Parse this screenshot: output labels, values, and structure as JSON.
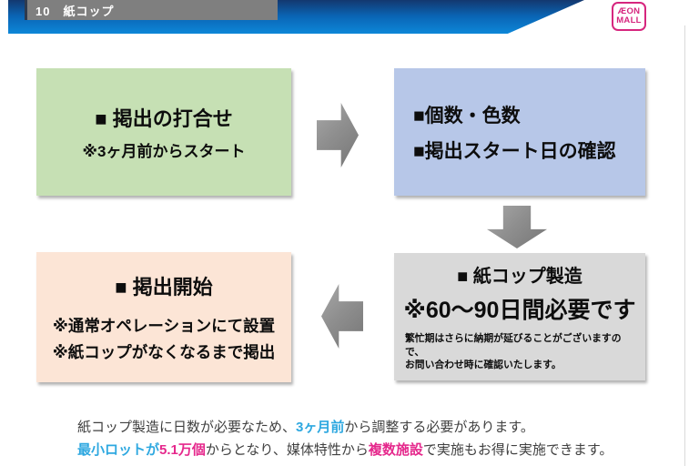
{
  "header": {
    "title": "10　紙コップ"
  },
  "logo": {
    "line1": "ÆON",
    "line2": "MALL"
  },
  "flow": {
    "meeting": {
      "title": "■ 掲出の打合せ",
      "note": "※3ヶ月前からスタート"
    },
    "confirm": {
      "line1": "■個数・色数",
      "line2": "■掲出スタート日の確認"
    },
    "manufacture": {
      "title": "■ 紙コップ製造",
      "subtitle": "※60～90日間必要です",
      "note1": "繁忙期はさらに納期が延びることがございますので、",
      "note2": "お問い合わせ時に確認いたします。"
    },
    "start": {
      "title": "■ 掲出開始",
      "note1": "※通常オペレーションにて設置",
      "note2": "※紙コップがなくなるまで掲出"
    }
  },
  "footer": {
    "l1_a": "紙コップ製造に日数が必要なため、",
    "l1_b": "3ヶ月前",
    "l1_c": "から調整する必要があります。",
    "l2_a": "最小ロットが",
    "l2_b": "5.1万個",
    "l2_c": "からとなり、媒体特性から",
    "l2_d": "複数施設",
    "l2_e": "で実施もお得に実施できます。"
  },
  "colors": {
    "banner_top": "#13386f",
    "banner_bottom": "#0d87d8",
    "header_box": "#7f7f7f",
    "logo_pink": "#d6267e",
    "box_green": "#c6e0b4",
    "box_blue": "#b7c7e8",
    "box_gray": "#d9d9d9",
    "box_pink": "#fce5d6",
    "arrow_gray": "#8f8f8f",
    "accent_blue": "#2ea8e0",
    "accent_magenta": "#e5288c"
  }
}
